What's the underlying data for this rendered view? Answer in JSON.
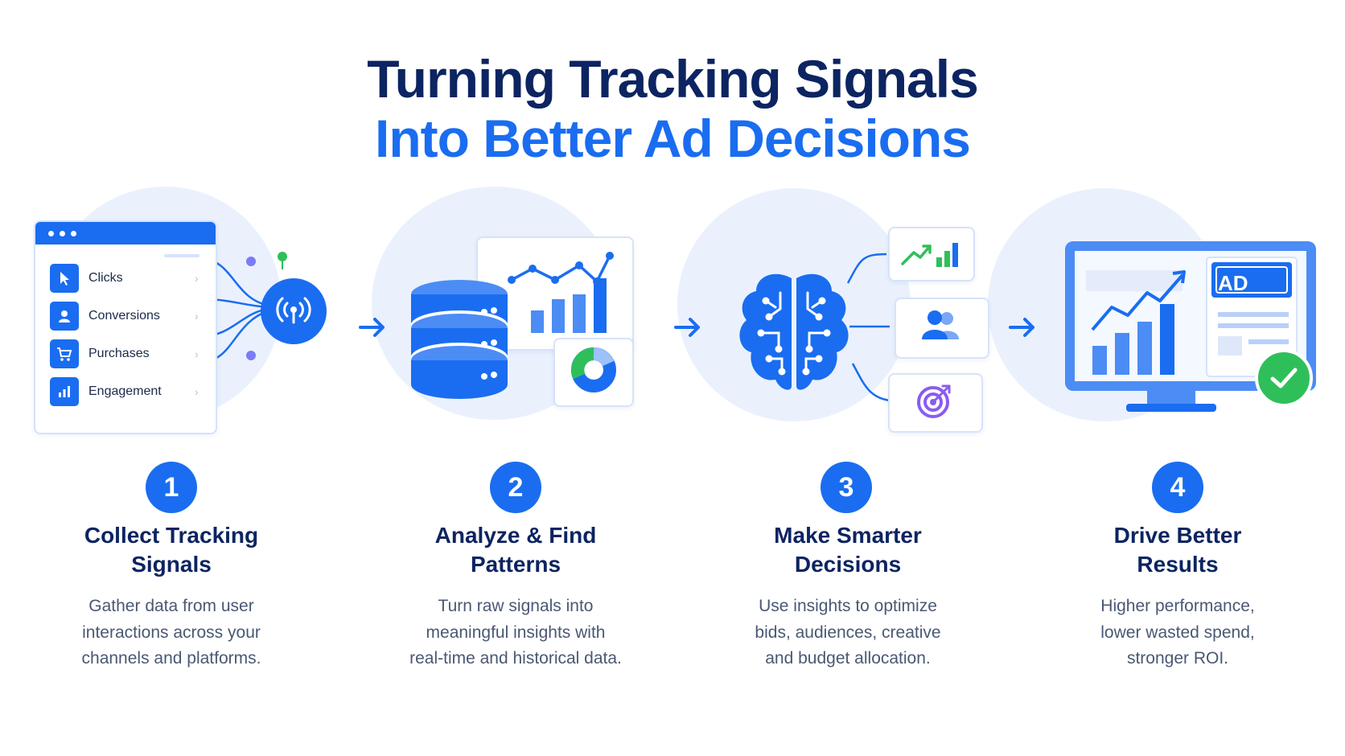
{
  "header": {
    "title_line1": "Turning Tracking Signals",
    "title_line2": "Into Better Ad Decisions"
  },
  "colors": {
    "navy": "#0c2461",
    "accent_blue": "#1a6df0",
    "light_circle": "#eaf1fd",
    "green": "#2fbf5a",
    "purple": "#8a5cf0"
  },
  "signals": [
    {
      "label": "Clicks",
      "icon": "cursor-icon"
    },
    {
      "label": "Conversions",
      "icon": "user-icon"
    },
    {
      "label": "Purchases",
      "icon": "cart-icon"
    },
    {
      "label": "Engagement",
      "icon": "bar-chart-icon"
    }
  ],
  "ad_badge": "AD",
  "steps": [
    {
      "number": "1",
      "title_line1": "Collect Tracking",
      "title_line2": "Signals",
      "desc": [
        "Gather data from user",
        "interactions across your",
        "channels and platforms."
      ]
    },
    {
      "number": "2",
      "title_line1": "Analyze & Find",
      "title_line2": "Patterns",
      "desc": [
        "Turn raw signals into",
        "meaningful insights with",
        "real-time and historical data."
      ]
    },
    {
      "number": "3",
      "title_line1": "Make Smarter",
      "title_line2": "Decisions",
      "desc": [
        "Use insights to optimize",
        "bids, audiences, creative",
        "and budget allocation."
      ]
    },
    {
      "number": "4",
      "title_line1": "Drive Better",
      "title_line2": "Results",
      "desc": [
        "Higher performance,",
        "lower wasted spend,",
        "stronger ROI."
      ]
    }
  ]
}
